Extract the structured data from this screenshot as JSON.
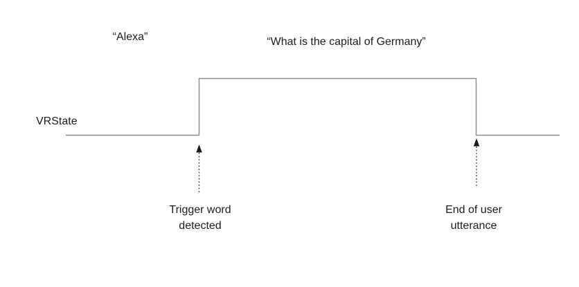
{
  "diagram": {
    "title_semantics": "Voice recognition trigger-word timing diagram",
    "speech_labels": {
      "trigger_phrase": "“Alexa”",
      "user_utterance": "“What is the capital of Germany”"
    },
    "signal": {
      "name": "VRState",
      "type": "digital-timing-waveform",
      "waveform_sequence": [
        "low",
        "high",
        "low"
      ],
      "rise_event": "Trigger word detected",
      "fall_event": "End of user utterance"
    },
    "annotations": {
      "rising_edge": "Trigger word\ndetected",
      "falling_edge": "End of user\nutterance"
    },
    "colors": {
      "waveform_line": "#8a8a8a",
      "text": "#1c1c1c",
      "arrow": "#1a1a1a",
      "background": "#ffffff"
    }
  }
}
